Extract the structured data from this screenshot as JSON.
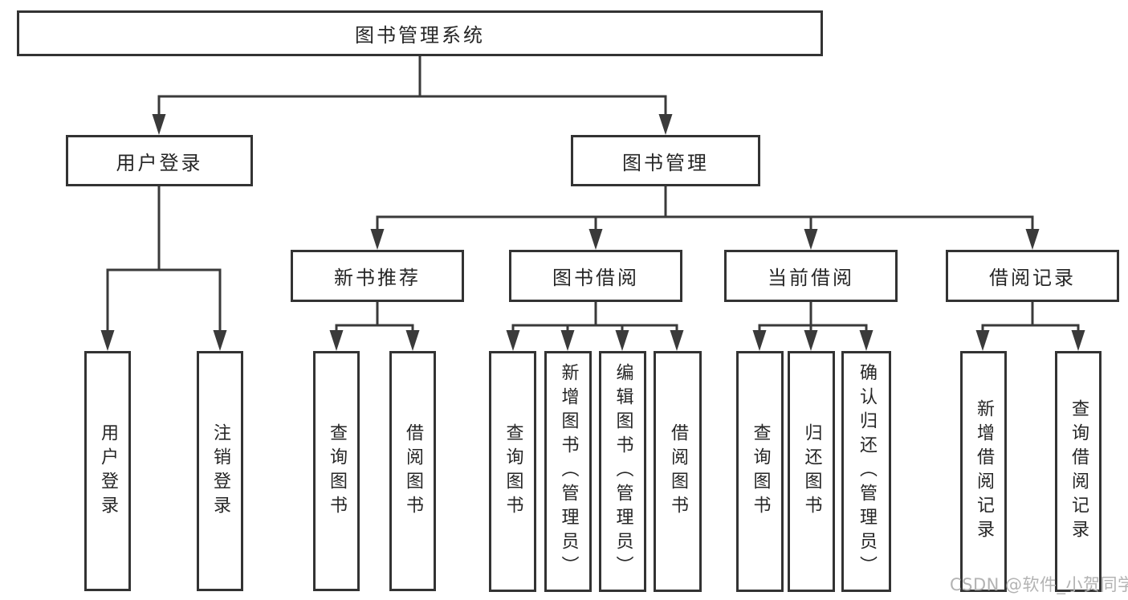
{
  "diagram_title": "图书管理系统",
  "nodes": {
    "root": {
      "label": "图书管理系统"
    },
    "user_login": {
      "label": "用户登录",
      "children": [
        "用户登录",
        "注销登录"
      ]
    },
    "book_mgmt": {
      "label": "图书管理"
    },
    "new_books": {
      "label": "新书推荐",
      "children": [
        "查询图书",
        "借阅图书"
      ]
    },
    "book_borrow": {
      "label": "图书借阅",
      "children": [
        "查询图书",
        "新增图书（管理员）",
        "编辑图书（管理员）",
        "借阅图书"
      ]
    },
    "current_borrow": {
      "label": "当前借阅",
      "children": [
        "查询图书",
        "归还图书",
        "确认归还（管理员）"
      ]
    },
    "borrow_records": {
      "label": "借阅记录",
      "children": [
        "新增借阅记录",
        "查询借阅记录"
      ]
    }
  },
  "watermark": "CSDN @软件_小贺同学",
  "colors": {
    "line": "#3a3a3a",
    "box_border": "#333333",
    "box_fill": "#ffffff",
    "text": "#262626",
    "watermark": "#b3b3b3",
    "background": "#ffffff"
  }
}
